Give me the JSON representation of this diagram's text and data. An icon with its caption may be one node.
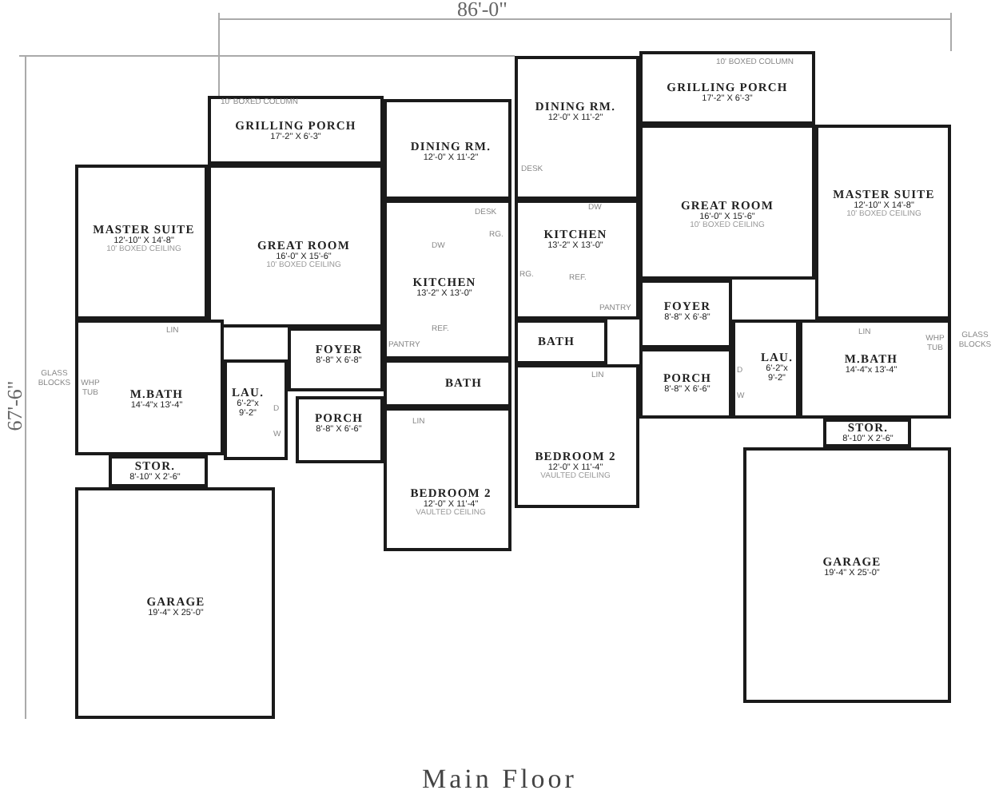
{
  "diagram": {
    "caption": "Main Floor",
    "nodes": [
      {
        "text": [
          "GRILLING PORCH",
          "17'-2\" X 6'-3\""
        ]
      },
      {
        "text": [
          "DINING RM.",
          "12'-0\" X 11'-2\""
        ]
      },
      {
        "text": [
          "MASTER SUITE",
          "12'-10\" X 14'-8\"",
          "10' BOXED CEILING"
        ]
      },
      {
        "text": [
          "GREAT ROOM",
          "16'-0\" X 15'-6\"",
          "10' BOXED CEILING"
        ]
      },
      {
        "text": [
          "KITCHEN",
          "13'-2\" X 13'-0\""
        ]
      },
      {
        "text": [
          "FOYER",
          "8'-8\" X 6'-8\""
        ]
      },
      {
        "text": [
          "M.BATH",
          "14'-4\"x 13'-4\""
        ]
      },
      {
        "text": [
          "LAU.",
          "6'-2\"x 9'-2\""
        ]
      },
      {
        "text": [
          "PORCH",
          "8'-8\" X 6'-6\""
        ]
      },
      {
        "text": [
          "BATH"
        ]
      },
      {
        "text": [
          "BEDROOM 2",
          "12'-0\" X 11'-4\"",
          "VAULTED CEILING"
        ]
      },
      {
        "text": [
          "STOR.",
          "8'-10\" X 2'-6\""
        ]
      },
      {
        "text": [
          "GARAGE",
          "19'-4\" X 25'-0\""
        ]
      },
      {
        "text": [
          "DINING RM.",
          "12'-0\" X 11'-2\""
        ]
      },
      {
        "text": [
          "GRILLING PORCH",
          "17'-2\" X 6'-3\""
        ]
      },
      {
        "text": [
          "GREAT ROOM",
          "16'-0\" X 15'-6\"",
          "10' BOXED CEILING"
        ]
      },
      {
        "text": [
          "MASTER SUITE",
          "12'-10\" X 14'-8\"",
          "10' BOXED CEILING"
        ]
      },
      {
        "text": [
          "KITCHEN",
          "13'-2\" X 13'-0\""
        ]
      },
      {
        "text": [
          "FOYER",
          "8'-8\" X 6'-8\""
        ]
      },
      {
        "text": [
          "BATH"
        ]
      },
      {
        "text": [
          "BEDROOM 2",
          "12'-0\" X 11'-4\"",
          "VAULTED CEILING"
        ]
      },
      {
        "text": [
          "PORCH",
          "8'-8\" X 6'-6\""
        ]
      },
      {
        "text": [
          "LAU.",
          "6'-2\"x 9'-2\""
        ]
      },
      {
        "text": [
          "M.BATH",
          "14'-4\"x 13'-4\""
        ]
      },
      {
        "text": [
          "STOR.",
          "8'-10\" X 2'-6\""
        ]
      },
      {
        "text": [
          "GARAGE",
          "19'-4\" X 25'-0\""
        ]
      }
    ],
    "labels": [
      "86'-0\"",
      "67'-6\"",
      "10' BOXED COLUMN",
      "10' BOXED COLUMN",
      "DESK",
      "DW",
      "RG.",
      "REF.",
      "PANTRY",
      "DESK",
      "DW",
      "RG.",
      "REF.",
      "PANTRY",
      "LIN",
      "GLASS BLOCKS",
      "WHP TUB",
      "D",
      "W",
      "LIN",
      "LIN",
      "D",
      "W",
      "LIN",
      "WHP TUB",
      "GLASS BLOCKS"
    ]
  }
}
